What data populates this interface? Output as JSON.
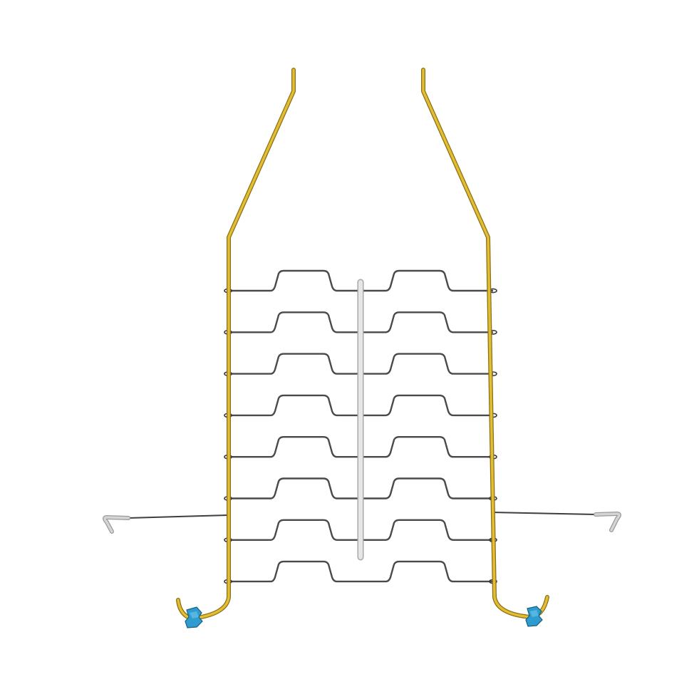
{
  "figure": {
    "subject": "wire-rack",
    "rungs": 8,
    "colors": {
      "background": "#ffffff",
      "frame_wire": "#e3bd34",
      "frame_wire_edge": "#8a7014",
      "rung_wire": "#4a4a4a",
      "center_bar": "#e6e6e6",
      "center_bar_edge": "#a8a8a8",
      "hook": "#bdbdbd",
      "clip": "#2f9cd0",
      "clip_edge": "#17607f"
    },
    "icons": [
      "left-frame-wire",
      "right-frame-wire",
      "center-support-bar",
      "side-hook-left",
      "side-hook-right",
      "foot-clip-left",
      "foot-clip-right"
    ]
  }
}
